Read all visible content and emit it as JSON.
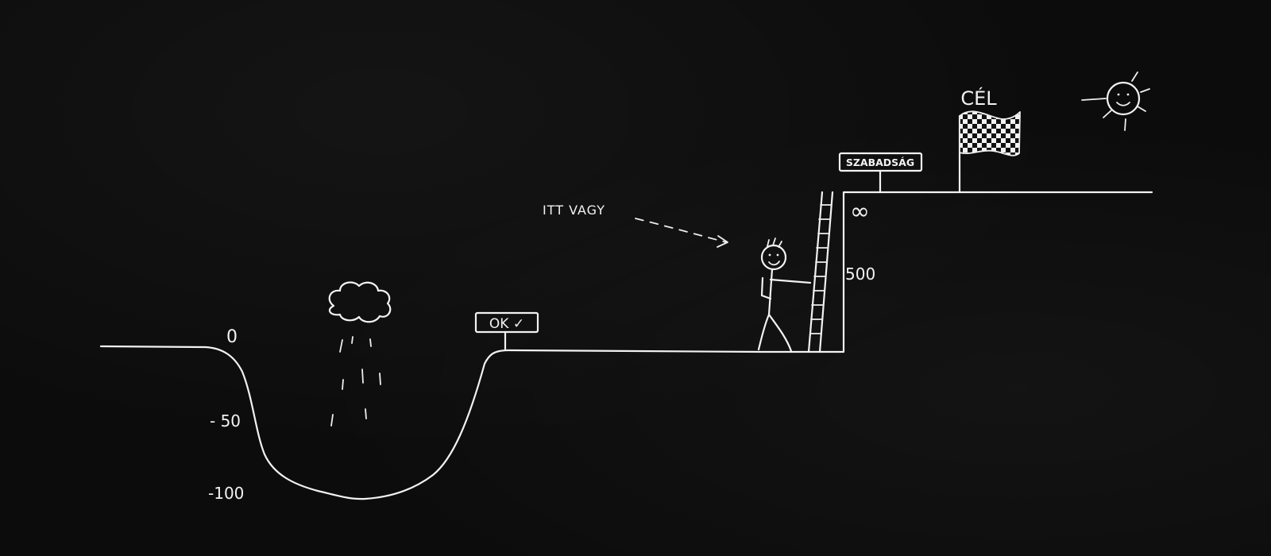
{
  "labels": {
    "start_value": "0",
    "minus_50": "- 50",
    "minus_100": "-100",
    "ok_sign": "OK ✓",
    "you_are_here": "ITT VAGY",
    "value_500": "500",
    "infinity": "∞",
    "freedom_sign": "SZABADSÁG",
    "goal": "CÉL"
  },
  "colors": {
    "background": "#0c0c0c",
    "chalk": "#f2f2f2"
  },
  "icons": [
    "rain-cloud-icon",
    "stick-figure-icon",
    "ladder-icon",
    "checkered-flag-icon",
    "sun-icon",
    "dashed-arrow-icon"
  ]
}
